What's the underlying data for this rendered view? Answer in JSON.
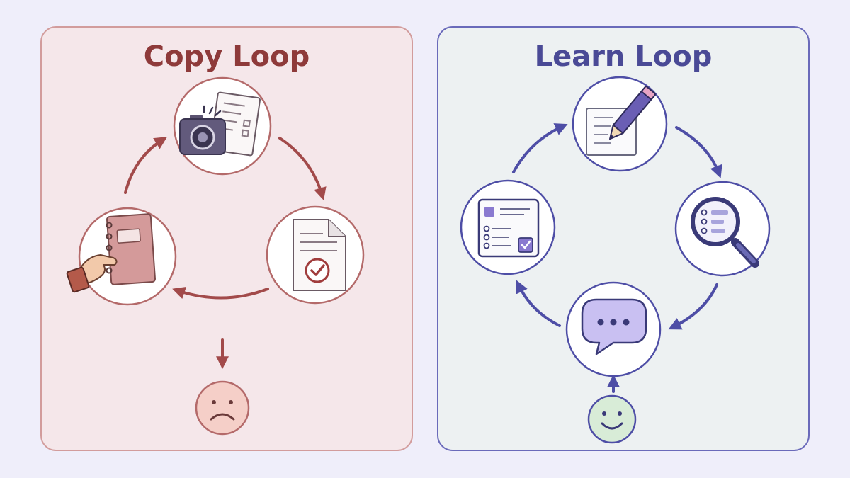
{
  "copy_loop": {
    "title": "Copy Loop",
    "steps": [
      "camera-and-worksheet",
      "checked-document",
      "notebook-in-hand"
    ],
    "outcome": "sad-face"
  },
  "learn_loop": {
    "title": "Learn Loop",
    "steps": [
      "pencil-writing",
      "magnifier-review",
      "speech-bubble-discussion",
      "checklist-quiz"
    ],
    "outcome": "happy-face"
  },
  "colors": {
    "background": "#efeefa",
    "copy_panel": "#f5e7ea",
    "copy_accent": "#a24a4a",
    "learn_panel": "#edf1f2",
    "learn_accent": "#4e4ea6"
  }
}
